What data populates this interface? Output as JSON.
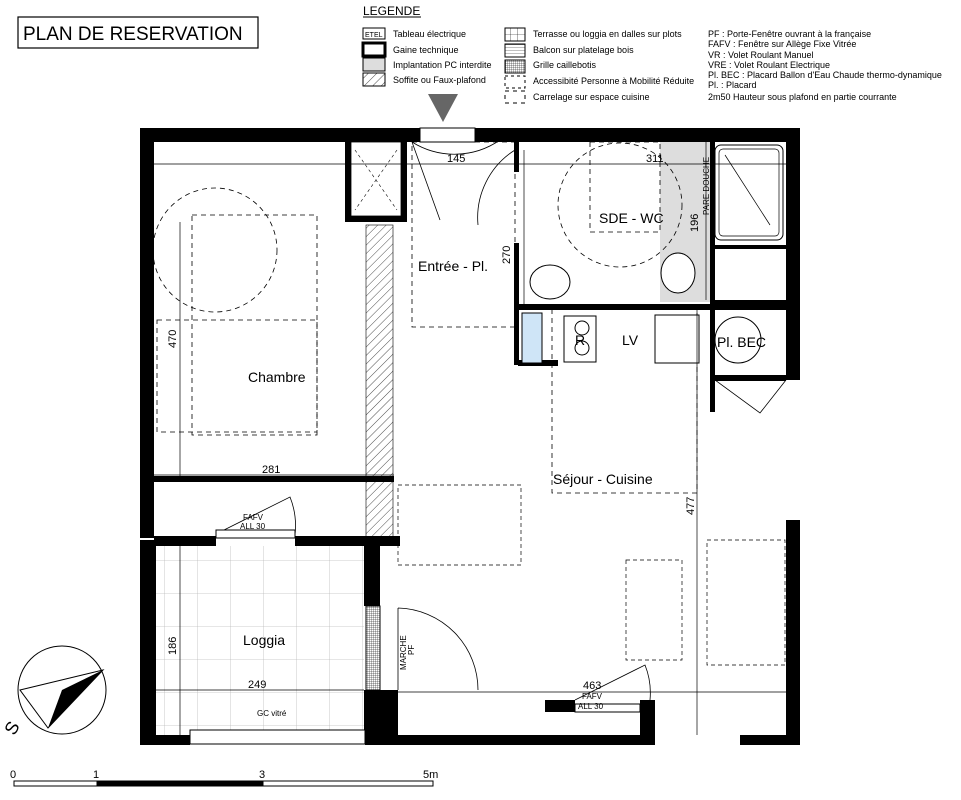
{
  "title": "PLAN DE RESERVATION",
  "legend": {
    "heading": "LEGENDE",
    "col1": [
      {
        "symbol": "ETEL",
        "label": "Tableau électrique"
      },
      {
        "label": "Gaine technique"
      },
      {
        "label": "Implantation PC interdite"
      },
      {
        "label": "Soffite ou Faux-plafond"
      }
    ],
    "col2": [
      {
        "label": "Terrasse ou loggia en dalles sur plots"
      },
      {
        "label": "Balcon sur platelage bois"
      },
      {
        "label": "Grille caillebotis"
      },
      {
        "label": "Accessibité Personne à Mobilité Réduite"
      },
      {
        "label": "Carrelage sur espace cuisine"
      }
    ],
    "col3": [
      "PF : Porte-Fenêtre ouvrant à la française",
      "FAFV : Fenêtre sur Allège Fixe Vitrée",
      "VR : Volet Roulant Manuel",
      "VRE : Volet Roulant Electrique",
      "Pl. BEC : Placard Ballon d'Eau Chaude thermo-dynamique",
      "Pl. : Placard",
      "2m50 Hauteur sous plafond en partie courrante"
    ]
  },
  "rooms": {
    "entree": "Entrée - Pl.",
    "sde": "SDE - WC",
    "chambre": "Chambre",
    "sejour": "Séjour - Cuisine",
    "loggia": "Loggia",
    "lv": "LV",
    "r": "R",
    "plbec": "Pl. BEC"
  },
  "dimensions": {
    "d145": "145",
    "d311": "311",
    "d270": "270",
    "d196": "196",
    "d470": "470",
    "d281": "281",
    "d477": "477",
    "d186": "186",
    "d249": "249",
    "d463": "463"
  },
  "annotations": {
    "fafv1": "FAFV",
    "all1": "ALL 30",
    "fafv2": "FAFV",
    "all2": "ALL 30",
    "marche": "MARCHE",
    "pf": "PF",
    "gc": "GC vitré",
    "pare_douche": "PARE DOUCHE"
  },
  "scale": {
    "ticks": [
      "0",
      "1",
      "3",
      "5m"
    ]
  },
  "compass": {
    "label": "S"
  }
}
